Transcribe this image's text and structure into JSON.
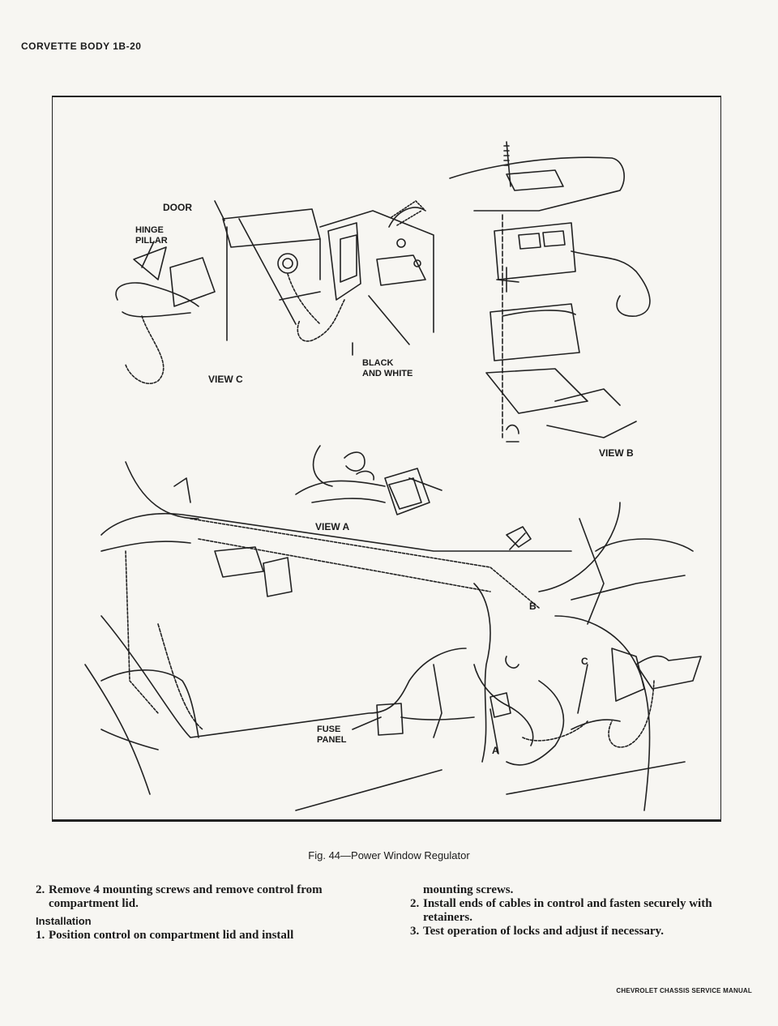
{
  "header": {
    "title": "CORVETTE BODY 1B-20"
  },
  "figure": {
    "labels": {
      "door": "DOOR",
      "hinge_pillar": "HINGE\nPILLAR",
      "view_c": "VIEW C",
      "black_white": "BLACK\nAND WHITE",
      "view_b": "VIEW B",
      "view_a": "VIEW A",
      "b": "B",
      "c": "C",
      "a": "A",
      "fuse_panel": "FUSE\nPANEL"
    },
    "caption": "Fig. 44—Power Window Regulator"
  },
  "body": {
    "left_items": [
      {
        "num": "2.",
        "text": "Remove 4 mounting screws and remove control from compartment lid."
      }
    ],
    "subheading": "Installation",
    "left_items_after": [
      {
        "num": "1.",
        "text": "Position control on compartment lid and install"
      }
    ],
    "right_continuation": "mounting screws.",
    "right_items": [
      {
        "num": "2.",
        "text": "Install ends of cables in control and fasten securely with retainers."
      },
      {
        "num": "3.",
        "text": "Test operation of locks and adjust if necessary."
      }
    ]
  },
  "footer": {
    "text": "CHEVROLET CHASSIS SERVICE MANUAL"
  }
}
